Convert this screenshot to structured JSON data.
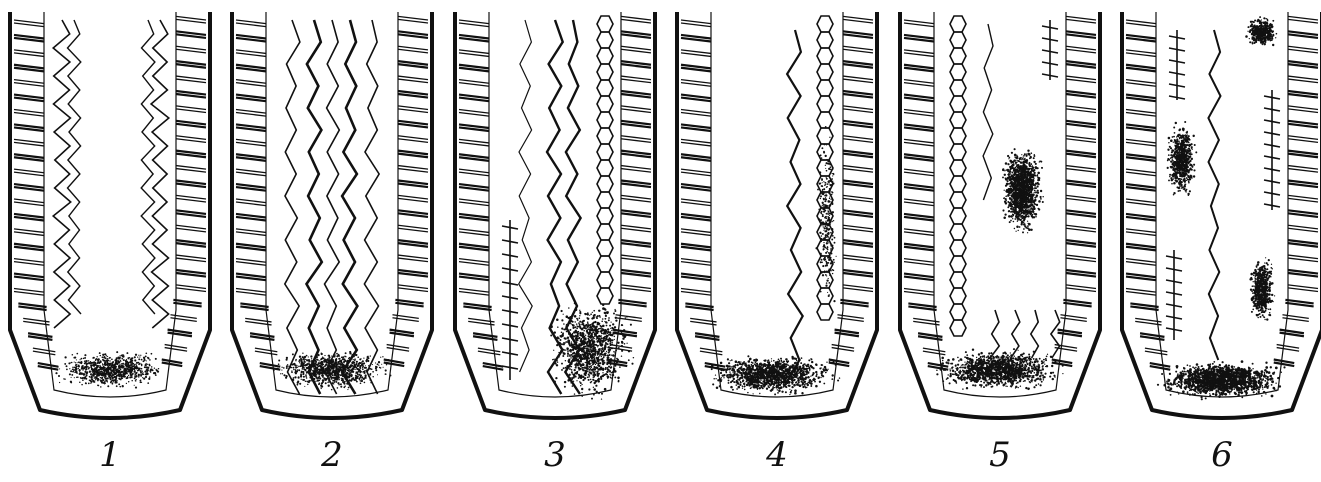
{
  "figure": {
    "panels": [
      {
        "label": "1",
        "crystals": "both-walls",
        "dendrites": "zigzag-columns-near-walls",
        "sediment": "bottom"
      },
      {
        "label": "2",
        "crystals": "both-walls",
        "dendrites": "long-columns-full-width",
        "sediment": "bottom"
      },
      {
        "label": "3",
        "crystals": "both-walls",
        "dendrites": "branched-columns",
        "sediment": "bottom-right"
      },
      {
        "label": "4",
        "crystals": "both-walls",
        "dendrites": "right-side-columns",
        "sediment": "bottom"
      },
      {
        "label": "5",
        "crystals": "both-walls",
        "dendrites": "left-column-and-short-branches",
        "sediment": "bottom-and-center-blob"
      },
      {
        "label": "6",
        "crystals": "both-walls",
        "dendrites": "sparse-branches",
        "sediment": "bottom-and-blobs"
      }
    ],
    "colors": {
      "ink": "#111111",
      "paper": "#ffffff"
    }
  }
}
